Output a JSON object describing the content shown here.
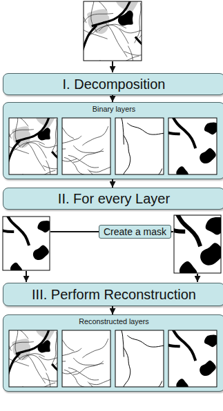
{
  "diagram": {
    "nodes": [
      {
        "text": [
          "I. Decomposition"
        ]
      },
      {
        "text": [
          "Binary layers"
        ]
      },
      {
        "text": [
          "II. For every Layer"
        ]
      },
      {
        "text": [
          "Create a mask"
        ]
      },
      {
        "text": [
          "III. Perform Reconstruction"
        ]
      },
      {
        "text": [
          "Reconstructed layers"
        ]
      }
    ],
    "edges": [
      {
        "from": 0,
        "to": 1,
        "arrow": "to"
      },
      {
        "from": 1,
        "to": 2,
        "arrow": "to"
      },
      {
        "from": 4,
        "to": 5,
        "arrow": "to"
      }
    ]
  }
}
